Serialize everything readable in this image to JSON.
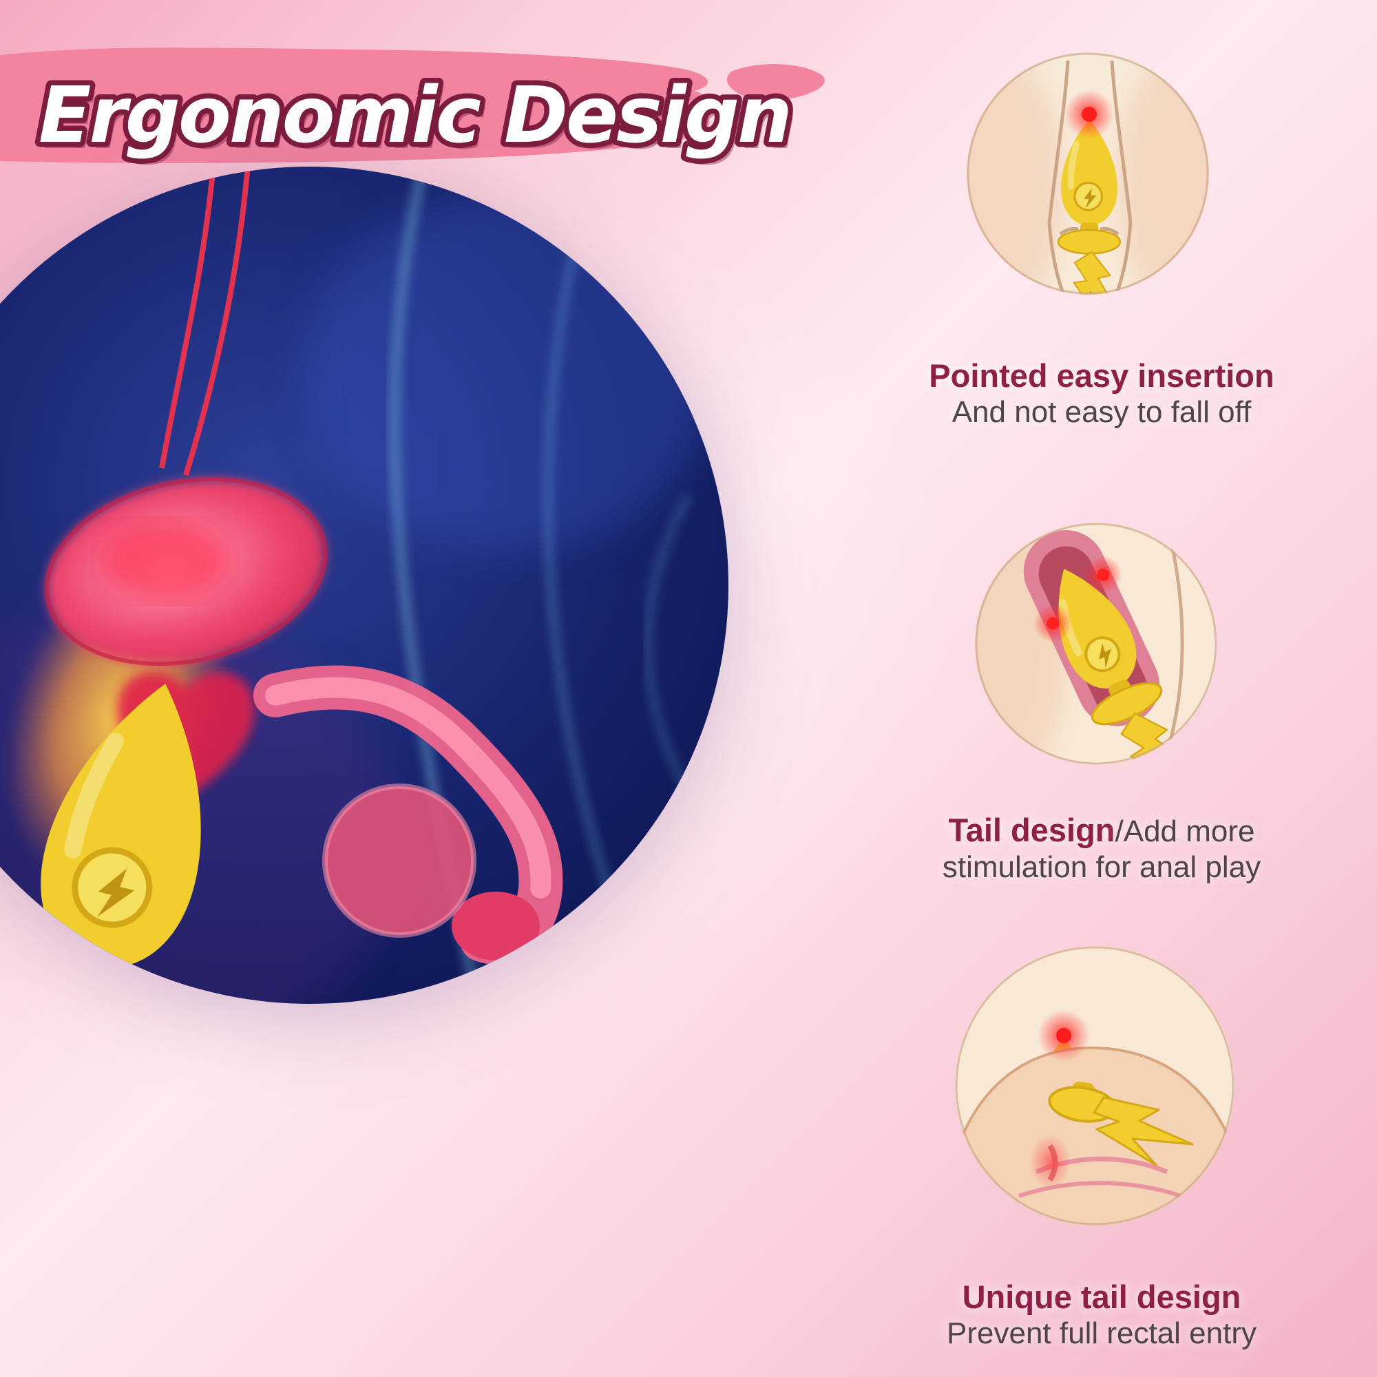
{
  "header": {
    "title": "Ergonomic Design"
  },
  "features": [
    {
      "title": "Pointed easy insertion",
      "subtitle": "And not easy to fall off"
    },
    {
      "title": "Tail design",
      "title_suffix": "/Add more",
      "subtitle": "stimulation for anal play"
    },
    {
      "title": "Unique tail design",
      "subtitle": "Prevent full rectal entry"
    }
  ],
  "illustrations": {
    "main": "anatomical-cross-section-with-plug",
    "insets": [
      "plug-between-buttocks",
      "plug-inside-canal-cross-section",
      "plug-tail-outside-body"
    ]
  },
  "colors": {
    "background_pink": "#f9cdda",
    "banner_pink": "#f2849f",
    "title_fill": "#ffffff",
    "title_outline": "#7c1c3e",
    "caption_title": "#8e2048",
    "caption_text": "#4d4348",
    "device_yellow": "#f1ce2d",
    "glow_red": "#ff2222",
    "illustration_navy": "#18246e"
  }
}
